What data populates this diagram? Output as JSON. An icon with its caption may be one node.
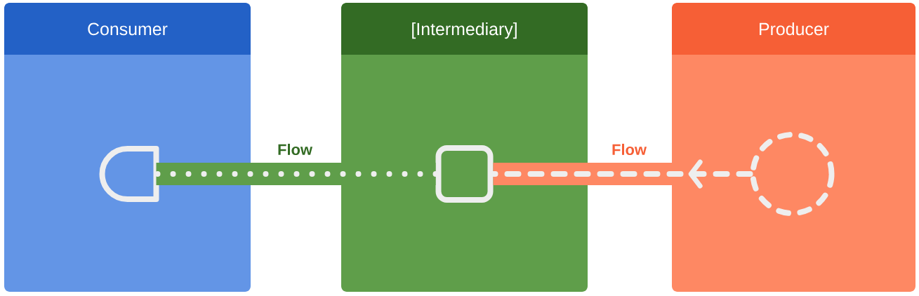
{
  "diagram": {
    "nodes": [
      {
        "text": [
          "Consumer"
        ]
      },
      {
        "text": [
          "[Intermediary]"
        ]
      },
      {
        "text": [
          "Producer"
        ]
      },
      {
        "text": [],
        "shape": "semicircle",
        "in": 0
      },
      {
        "text": [],
        "shape": "box",
        "in": 1
      },
      {
        "text": [],
        "shape": "circle",
        "in": 2
      }
    ],
    "edges": [
      {
        "from": 4,
        "to": 3,
        "arrow": "none",
        "label": "Flow",
        "color": "#5f9e4a"
      },
      {
        "from": 5,
        "to": 4,
        "arrow": "to",
        "label": "Flow",
        "color": "#fe8863"
      }
    ]
  }
}
